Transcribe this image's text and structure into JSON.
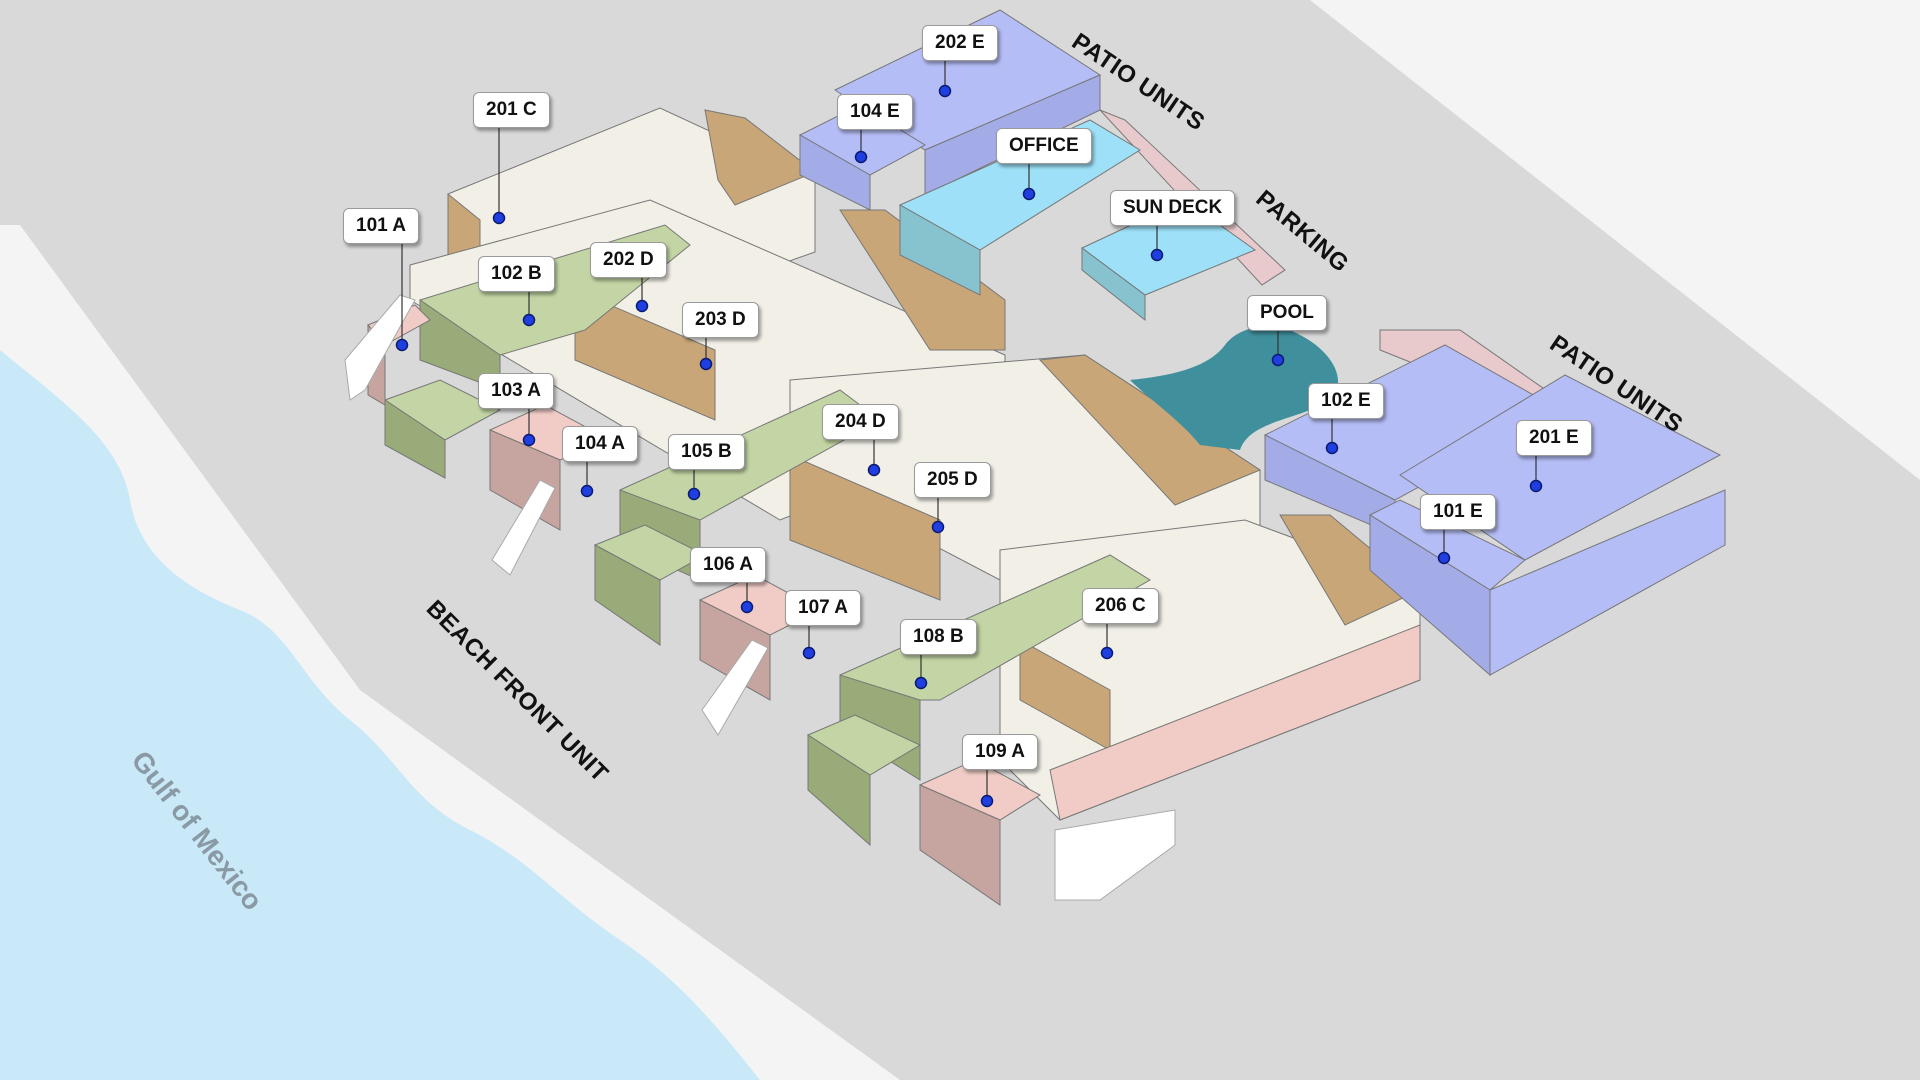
{
  "colors": {
    "ground": "#d9d9d9",
    "sand": "#f4f4f4",
    "water": "#c9e8f8",
    "pool": "#3f8f9c",
    "cream": "#f1efe6",
    "tan": "#c9a678",
    "green": "#c3d5a4",
    "pink": "#f1ccc6",
    "periwinkle": "#b5bdf6",
    "office_blue": "#9de0f7",
    "marker": "#1f3fe0"
  },
  "areas": {
    "water_label": "Gulf of Mexico",
    "beach_front": "BEACH FRONT UNIT",
    "patio_top": "PATIO UNITS",
    "patio_right": "PATIO UNITS",
    "parking": "PARKING"
  },
  "units": [
    {
      "id": "101 A"
    },
    {
      "id": "102 B"
    },
    {
      "id": "103 A"
    },
    {
      "id": "104 A"
    },
    {
      "id": "105 B"
    },
    {
      "id": "106 A"
    },
    {
      "id": "107 A"
    },
    {
      "id": "108 B"
    },
    {
      "id": "109 A"
    },
    {
      "id": "201 C"
    },
    {
      "id": "202 D"
    },
    {
      "id": "203 D"
    },
    {
      "id": "204 D"
    },
    {
      "id": "205 D"
    },
    {
      "id": "206 C"
    },
    {
      "id": "202 E"
    },
    {
      "id": "104 E"
    },
    {
      "id": "OFFICE"
    },
    {
      "id": "SUN DECK"
    },
    {
      "id": "POOL"
    },
    {
      "id": "102 E"
    },
    {
      "id": "201 E"
    },
    {
      "id": "101 E"
    }
  ]
}
